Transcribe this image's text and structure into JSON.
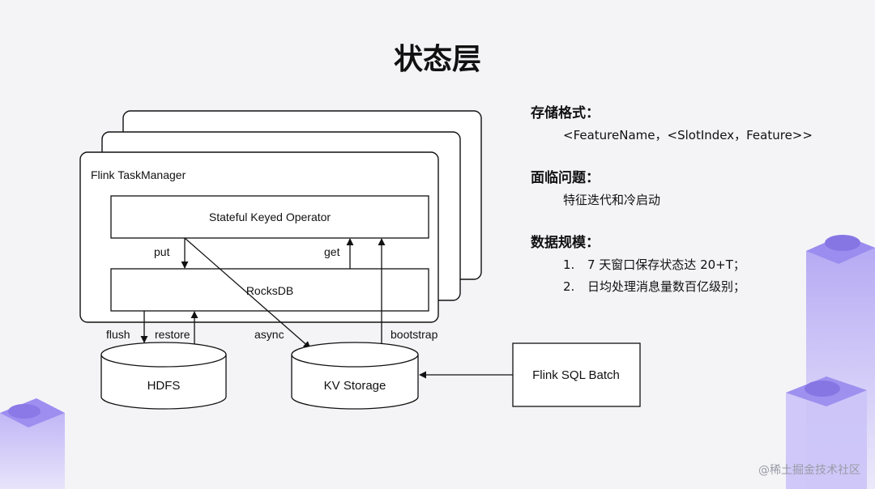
{
  "title": "状态层",
  "diagram": {
    "container_label": "Flink TaskManager",
    "operator_label": "Stateful Keyed Operator",
    "rocksdb_label": "RocksDB",
    "put_label": "put",
    "get_label": "get",
    "flush_label": "flush",
    "restore_label": "restore",
    "async_label": "async",
    "bootstrap_label": "bootstrap",
    "hdfs_label": "HDFS",
    "kv_label": "KV Storage",
    "batch_label": "Flink SQL Batch"
  },
  "panel": {
    "storage_format": {
      "heading": "存储格式：",
      "value": "<FeatureName，<SlotIndex，Feature>>"
    },
    "issues": {
      "heading": "面临问题：",
      "value": "特征迭代和冷启动"
    },
    "scale": {
      "heading": "数据规模：",
      "items": [
        {
          "num": "1.",
          "text": "7 天窗口保存状态达 20+T；"
        },
        {
          "num": "2.",
          "text": "日均处理消息量数百亿级别；"
        }
      ]
    }
  },
  "watermark": "@稀土掘金技术社区",
  "colors": {
    "line": "#111111",
    "box_fill": "#ffffff",
    "accent": "#8f7fe8"
  }
}
